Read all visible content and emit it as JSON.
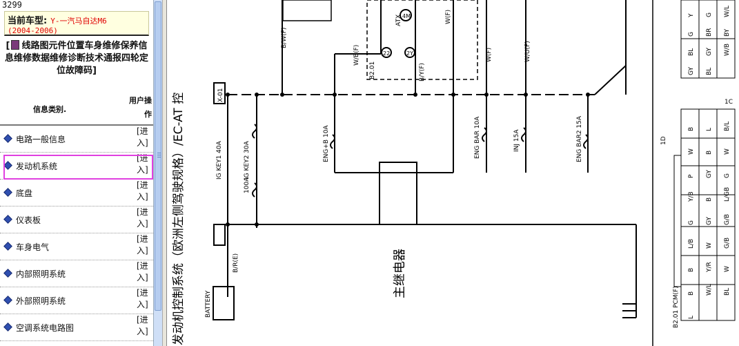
{
  "left_panel": {
    "id": "3299",
    "model_label": "当前车型:",
    "model_value": "Y-一汽马自达M6",
    "model_years": "(2004-2006)",
    "header_open": "[",
    "header_text": "线路图元件位置车身维修保养信息维修数据维修诊断技术通报四轮定位故障码",
    "header_close": "]",
    "col_category": "信息类别.",
    "col_action_1": "用户操",
    "col_action_2": "作",
    "rows": [
      {
        "label": "电路一般信息",
        "action": "[进入]",
        "selected": false
      },
      {
        "label": "发动机系统",
        "action": "[进入]",
        "selected": true
      },
      {
        "label": "底盘",
        "action": "[进入]",
        "selected": false
      },
      {
        "label": "仪表板",
        "action": "[进入]",
        "selected": false
      },
      {
        "label": "车身电气",
        "action": "[进入]",
        "selected": false
      },
      {
        "label": "内部照明系统",
        "action": "[进入]",
        "selected": false
      },
      {
        "label": "外部照明系统",
        "action": "[进入]",
        "selected": false
      },
      {
        "label": "空调系统电路图",
        "action": "[进入]",
        "selected": false
      }
    ]
  },
  "diagram": {
    "side_title": "发动机控制系统（欧洲左侧驾驶规格）/EC-AT 控",
    "relay_label": "主继电器",
    "battery_label": "BATTERY",
    "connector_x01": "X-01",
    "fuses": [
      "IG KEY1 40A",
      "IG KEY2 30A",
      "ENG+B 10A",
      "ENG BAR 10A",
      "INJ 15A",
      "ENG BAR2 15A",
      "100A"
    ],
    "wire_labels": [
      "B/W(F)",
      "W/B(F)",
      "B/Y(F)",
      "W(F)",
      "W/U(F)",
      "W(F)",
      "B/R(E)",
      "ATX",
      "B2.01"
    ],
    "circle_labels": [
      "22",
      "2Y",
      "4M"
    ],
    "pin_labels_top": [
      "Y",
      "G",
      "W/L",
      "G",
      "BR",
      "BY",
      "BL",
      "GY",
      "W/B",
      "GY",
      "BL"
    ],
    "pin_labels_bottom": [
      "B",
      "L",
      "B/L",
      "W",
      "B",
      "W",
      "P",
      "GY",
      "G",
      "Y/B",
      "B",
      "L/GB",
      "G",
      "GY",
      "G/B",
      "L/B",
      "W",
      "G/B",
      "B",
      "Y/R",
      "W",
      "B",
      "W/L",
      "BL",
      "L"
    ],
    "marker_1C": "1C",
    "marker_1D": "1D",
    "connector_bottom": "B2.01 PCM(F)"
  }
}
